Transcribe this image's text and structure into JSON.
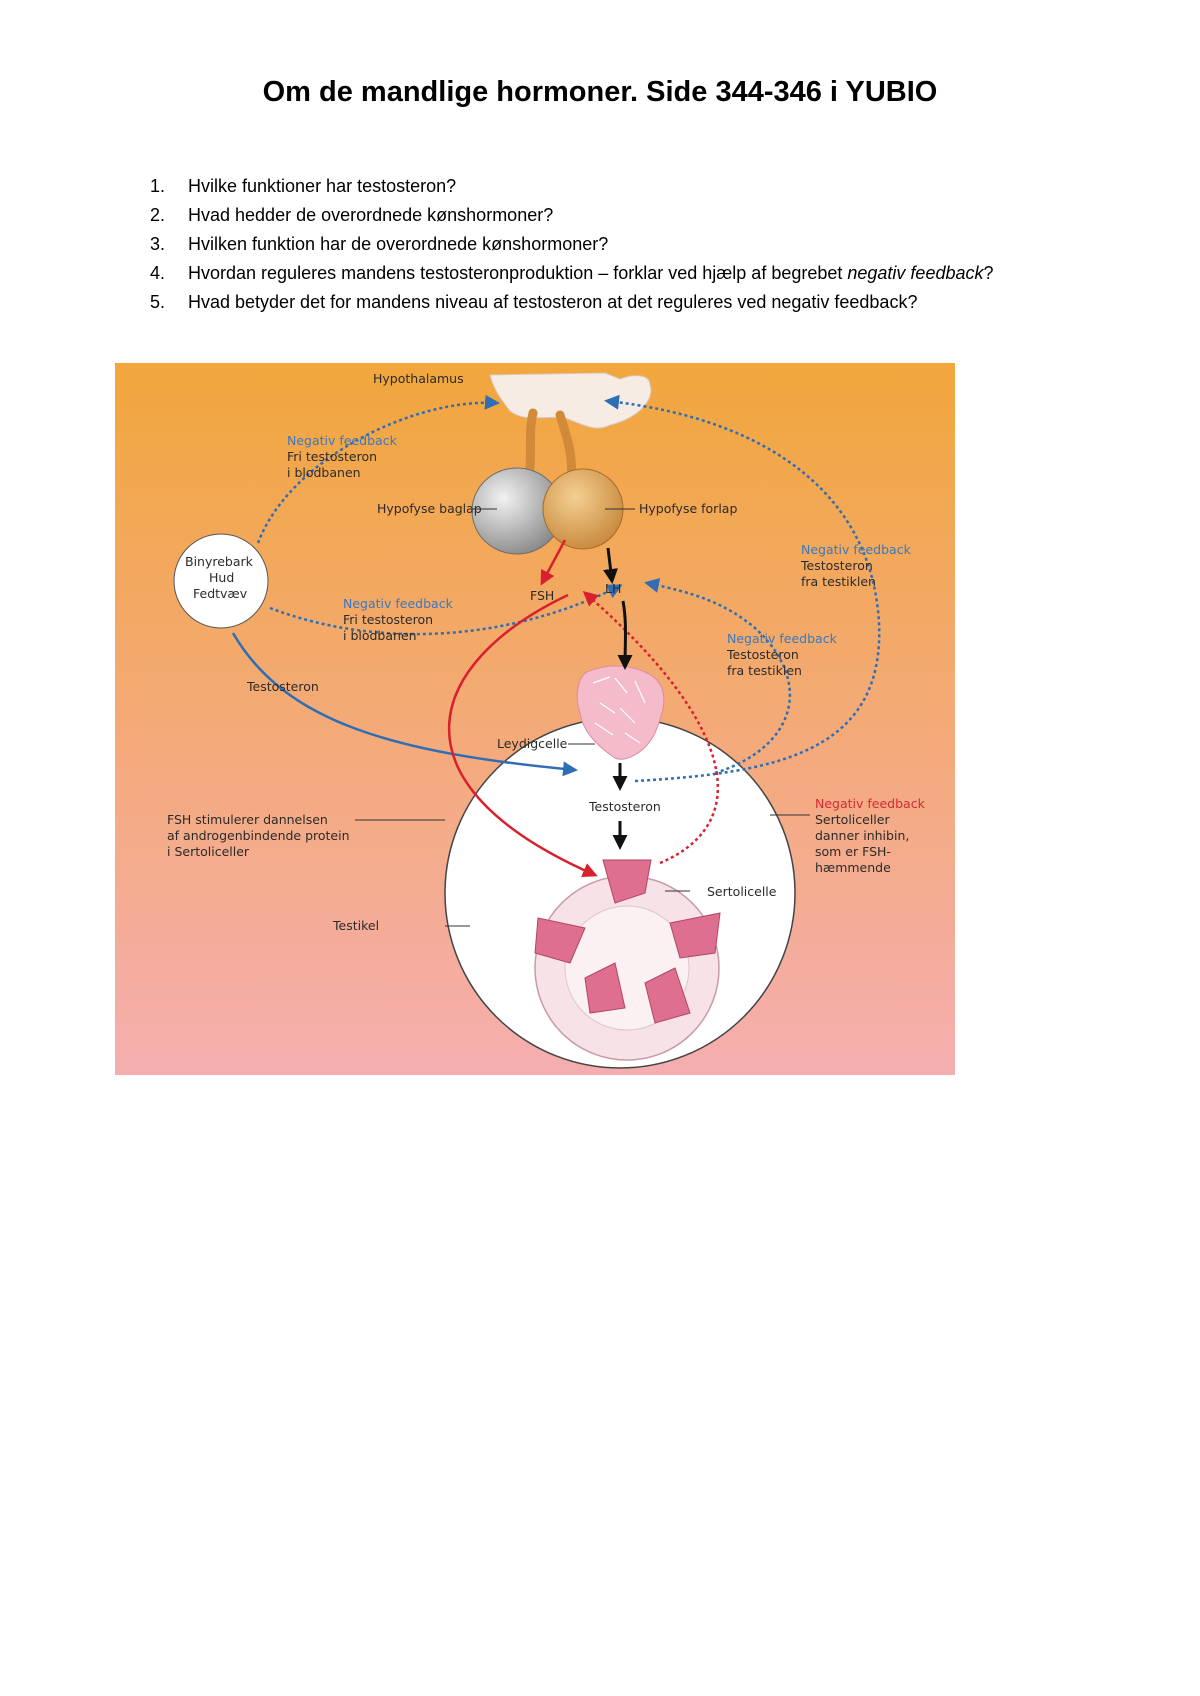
{
  "document": {
    "title": "Om de mandlige hormoner. Side 344-346 i YUBIO",
    "questions": [
      {
        "num": "1.",
        "text": "Hvilke funktioner har testosteron?"
      },
      {
        "num": "2.",
        "text": "Hvad hedder de overordnede kønshormoner?"
      },
      {
        "num": "3.",
        "text": "Hvilken funktion har de overordnede kønshormoner?"
      },
      {
        "num": "4.",
        "text_before": "Hvordan reguleres mandens testosteronproduktion – forklar ved hjælp af begrebet ",
        "text_italic": "negativ feedback",
        "text_after": "?"
      },
      {
        "num": "5.",
        "text": "Hvad betyder det for mandens niveau af testosteron at det reguleres ved negativ feedback?"
      }
    ]
  },
  "figure": {
    "colors": {
      "top": "#f2a63c",
      "bottom": "#f5aeb0",
      "feedback_blue": "#2f6db5",
      "feedback_red": "#d8202e",
      "arrow_black": "#111111"
    },
    "labels": {
      "hypothalamus": "Hypothalamus",
      "hypofyse_baglap": "Hypofyse baglap",
      "hypofyse_forlap": "Hypofyse forlap",
      "fsh": "FSH",
      "lh": "LH",
      "binyrebark": [
        "Binyrebark",
        "Hud",
        "Fedtvæv"
      ],
      "neg_feedback_left_top": [
        "Negativ feedback",
        "Fri testosteron",
        "i blodbanen"
      ],
      "neg_feedback_left_mid": [
        "Negativ feedback",
        "Fri testosteron",
        "i blodbanen"
      ],
      "neg_feedback_right_top": [
        "Negativ feedback",
        "Testosteron",
        "fra testiklen"
      ],
      "neg_feedback_right_mid": [
        "Negativ feedback",
        "Testosteron",
        "fra testiklen"
      ],
      "neg_feedback_red": [
        "Negativ feedback",
        "Sertoliceller",
        "danner inhibin,",
        "som er FSH-",
        "hæmmende"
      ],
      "testosteron_left": "Testosteron",
      "leydigcelle": "Leydigcelle",
      "testosteron_center": "Testosteron",
      "fsh_stimulerer": [
        "FSH stimulerer dannelsen",
        "af androgenbindende protein",
        "i Sertoliceller"
      ],
      "sertolicelle": "Sertolicelle",
      "testikel": "Testikel"
    }
  }
}
